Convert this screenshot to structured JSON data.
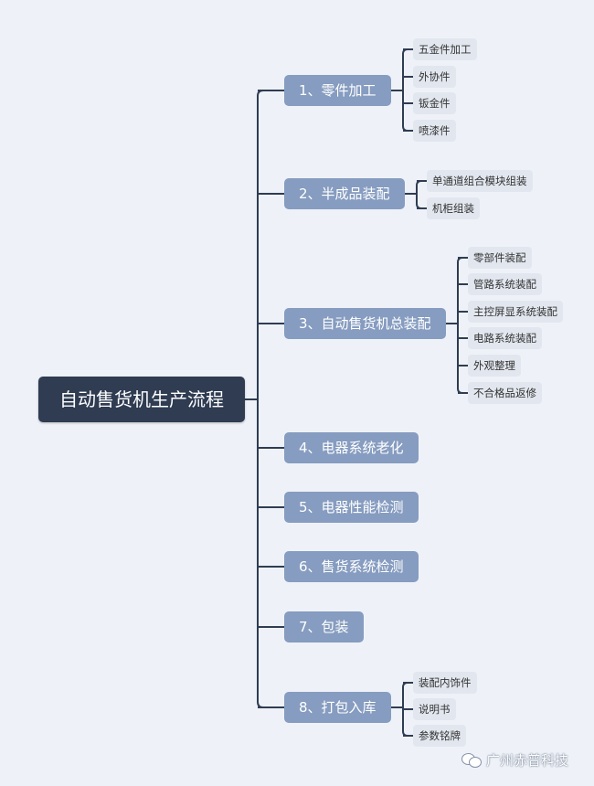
{
  "root": {
    "label": "自动售货机生产流程"
  },
  "branches": [
    {
      "label": "1、零件加工",
      "children": [
        "五金件加工",
        "外协件",
        "钣金件",
        "喷漆件"
      ]
    },
    {
      "label": "2、半成品装配",
      "children": [
        "单通道组合模块组装",
        "机柜组装"
      ]
    },
    {
      "label": "3、自动售货机总装配",
      "children": [
        "零部件装配",
        "管路系统装配",
        "主控屏显系统装配",
        "电路系统装配",
        "外观整理",
        "不合格品返修"
      ]
    },
    {
      "label": "4、电器系统老化",
      "children": []
    },
    {
      "label": "5、电器性能检测",
      "children": []
    },
    {
      "label": "6、售货系统检测",
      "children": []
    },
    {
      "label": "7、包装",
      "children": []
    },
    {
      "label": "8、打包入库",
      "children": [
        "装配内饰件",
        "说明书",
        "参数铭牌"
      ]
    }
  ],
  "watermark": {
    "text": "广州赤普科技",
    "icon": "wechat-icon"
  },
  "colors": {
    "root": "#2f3c52",
    "branch": "#869cc0",
    "leaf": "#e2e7ef",
    "line": "#2f3c52"
  }
}
